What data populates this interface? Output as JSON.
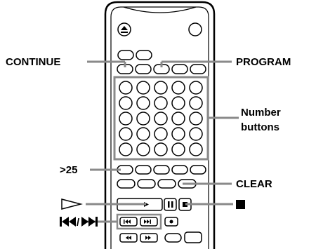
{
  "labels": {
    "continue": "CONTINUE",
    "program": "PROGRAM",
    "number_buttons_line1": "Number",
    "number_buttons_line2": "buttons",
    "over25": ">25",
    "clear": "CLEAR"
  },
  "icons": {
    "eject": "eject-icon",
    "play": "play-icon",
    "pause": "pause-icon",
    "stop": "stop-icon",
    "skip": "skip-back-forward-icon",
    "prev": "previous-track-icon",
    "next": "next-track-icon",
    "record": "record-icon",
    "rewind": "rewind-icon",
    "fast_forward": "fast-forward-icon"
  },
  "colors": {
    "highlight": "#8a8a8a",
    "ink": "#000000",
    "body": "#ffffff"
  }
}
